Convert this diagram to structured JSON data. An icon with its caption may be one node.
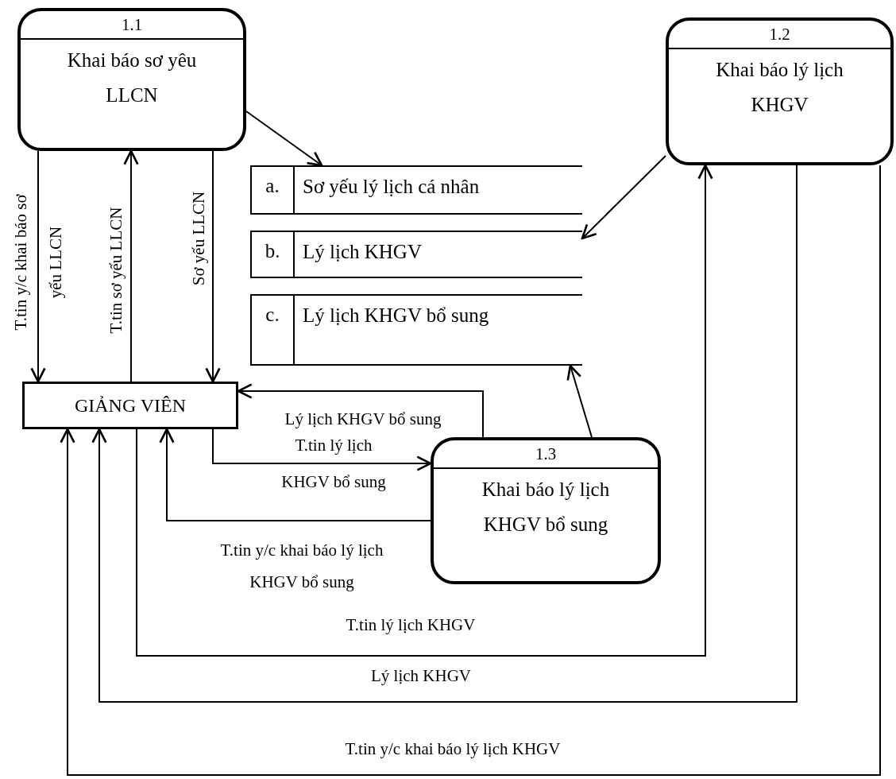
{
  "diagram": {
    "nodes": [
      {
        "text": [
          "1.1",
          "Khai báo sơ yêu LLCN"
        ]
      },
      {
        "text": [
          "1.2",
          "Khai báo lý lịch KHGV"
        ]
      },
      {
        "text": [
          "a.",
          "Sơ yếu lý lịch cá nhân"
        ]
      },
      {
        "text": [
          "b.",
          "Lý lịch KHGV"
        ]
      },
      {
        "text": [
          "c.",
          "Lý lịch KHGV bổ sung"
        ]
      },
      {
        "text": [
          "GIẢNG VIÊN"
        ]
      },
      {
        "text": [
          "1.3",
          "Khai báo lý lịch KHGV bổ sung"
        ]
      }
    ],
    "edges": [
      {
        "from": 0,
        "to": 2,
        "arrow": "to"
      },
      {
        "from": 1,
        "to": 3,
        "arrow": "to"
      },
      {
        "from": 6,
        "to": 4,
        "arrow": "to"
      },
      {
        "from": 0,
        "to": 5,
        "arrow": "to",
        "label": "T.tin y/c khai báo sơ yếu LLCN"
      },
      {
        "from": 5,
        "to": 0,
        "arrow": "to",
        "label": "T.tin sơ yếu LLCN"
      },
      {
        "from": 0,
        "to": 5,
        "arrow": "to",
        "label": "Sơ yếu LLCN"
      },
      {
        "from": 6,
        "to": 5,
        "arrow": "to",
        "label": "Lý lịch KHGV bổ sung"
      },
      {
        "from": 5,
        "to": 6,
        "arrow": "to",
        "label": "T.tin lý lịch KHGV bổ sung"
      },
      {
        "from": 6,
        "to": 5,
        "arrow": "to",
        "label": "T.tin y/c khai báo lý lịch KHGV bổ sung"
      },
      {
        "from": 5,
        "to": 1,
        "arrow": "to",
        "label": "T.tin lý lịch KHGV"
      },
      {
        "from": 1,
        "to": 5,
        "arrow": "to",
        "label": "Lý lịch KHGV"
      },
      {
        "from": 1,
        "to": 5,
        "arrow": "to",
        "label": "T.tin y/c khai báo lý lịch KHGV"
      }
    ]
  }
}
